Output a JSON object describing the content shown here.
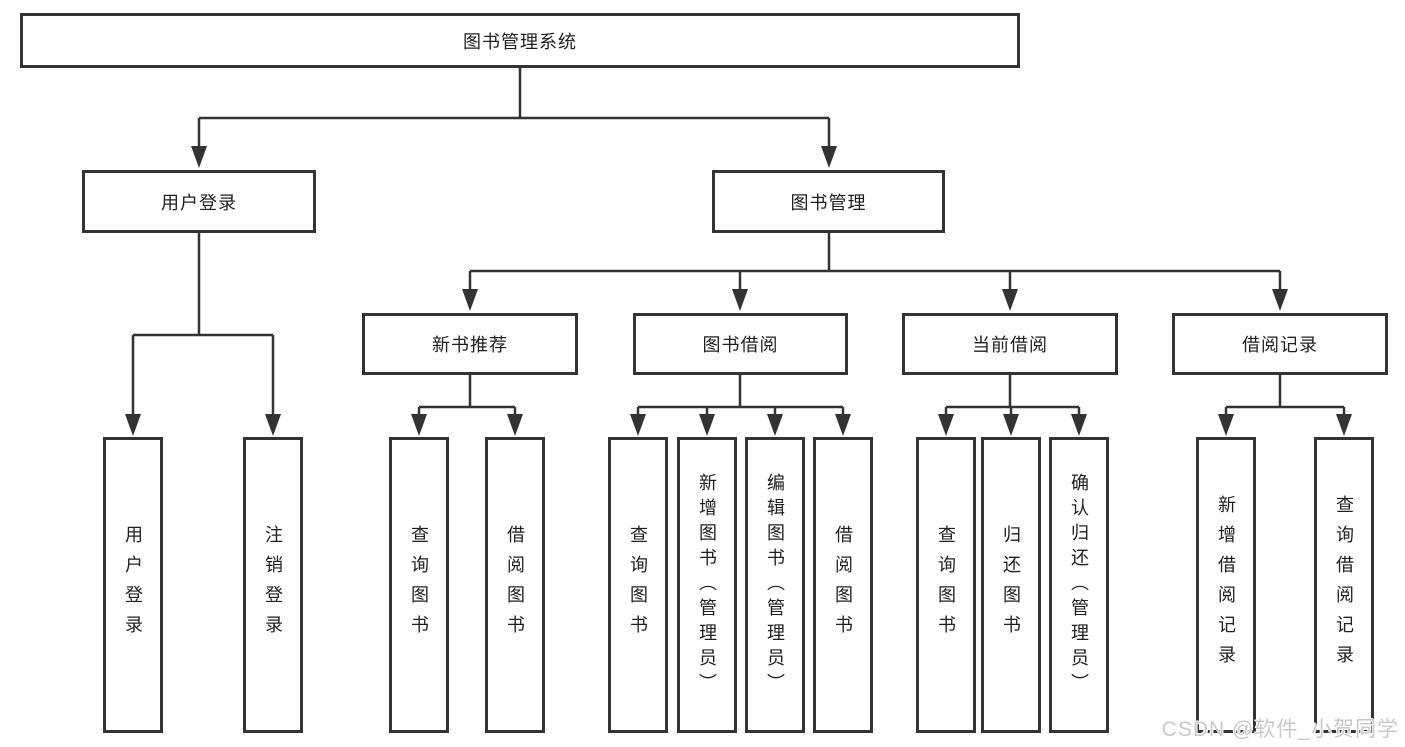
{
  "diagram": {
    "root": {
      "label": "图书管理系统"
    },
    "level2": [
      {
        "label": "用户登录"
      },
      {
        "label": "图书管理"
      }
    ],
    "level3": [
      {
        "label": "新书推荐"
      },
      {
        "label": "图书借阅"
      },
      {
        "label": "当前借阅"
      },
      {
        "label": "借阅记录"
      }
    ],
    "leaves": {
      "user_login": [
        {
          "label": "用户登录"
        },
        {
          "label": "注销登录"
        }
      ],
      "new_book_recommend": [
        {
          "label": "查询图书"
        },
        {
          "label": "借阅图书"
        }
      ],
      "book_borrowing": [
        {
          "label": "查询图书"
        },
        {
          "label": "新增图书（管理员）"
        },
        {
          "label": "编辑图书（管理员）"
        },
        {
          "label": "借阅图书"
        }
      ],
      "current_borrowing": [
        {
          "label": "查询图书"
        },
        {
          "label": "归还图书"
        },
        {
          "label": "确认归还（管理员）"
        }
      ],
      "borrow_records": [
        {
          "label": "新增借阅记录"
        },
        {
          "label": "查询借阅记录"
        }
      ]
    }
  },
  "watermark": {
    "text": "CSDN @软件_小贺同学"
  },
  "colors": {
    "line": "#333333",
    "text": "#1f1f1f",
    "watermark_text": "#c9c9c9",
    "background": "#ffffff"
  }
}
